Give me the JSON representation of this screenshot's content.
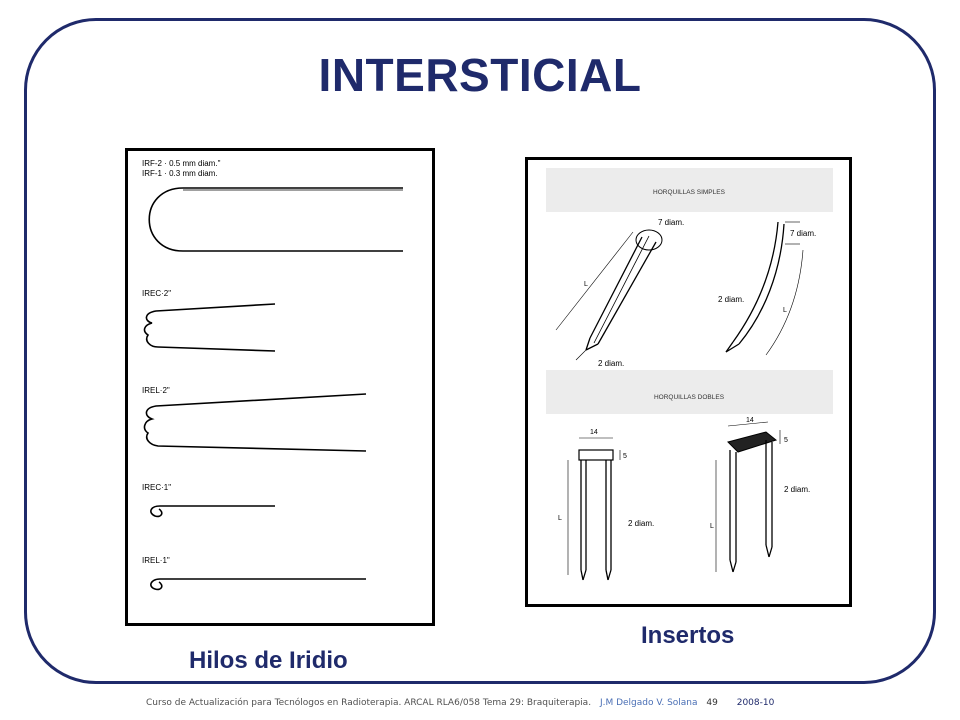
{
  "slide": {
    "title": "INTERSTICIAL",
    "captions": {
      "left": "Hilos de  Iridio",
      "right": "Insertos"
    }
  },
  "left_panel": {
    "labels": {
      "irf2": "IRF-2 · 0.5 mm diam.\"",
      "irf1": "IRF-1 · 0.3 mm diam.",
      "irec2": "IREC·2\"",
      "irel2": "IREL·2\"",
      "irec1": "IREC·1\"",
      "irel1": "IREL·1\""
    }
  },
  "right_panel": {
    "headers": {
      "simple": "HORQUILLAS SIMPLES",
      "double": "HORQUILLAS DOBLES"
    },
    "annotations": {
      "seven_diam_a": "7 diam.",
      "seven_diam_b": "7 diam.",
      "two_diam_a": "2 diam.",
      "two_diam_b": "2 diam.",
      "two_diam_c": "2 diam.",
      "two_diam_d": "2 diam.",
      "L1": "L",
      "L2": "L",
      "L3": "L",
      "L4": "L",
      "w14_a": "14",
      "w14_b": "14",
      "h5_a": "5",
      "h5_b": "5"
    }
  },
  "footer": {
    "course": "Curso de Actualización para Tecnólogos en Radioterapia.  ARCAL RLA6/058  Tema 29: Braquiterapia.",
    "authors": "J.M Delgado  V. Solana",
    "page": "49",
    "year": "2008-10"
  },
  "colors": {
    "primary": "#1f2a6b",
    "frame": "#1f2a6b",
    "footer_link": "#4a6fb5"
  }
}
